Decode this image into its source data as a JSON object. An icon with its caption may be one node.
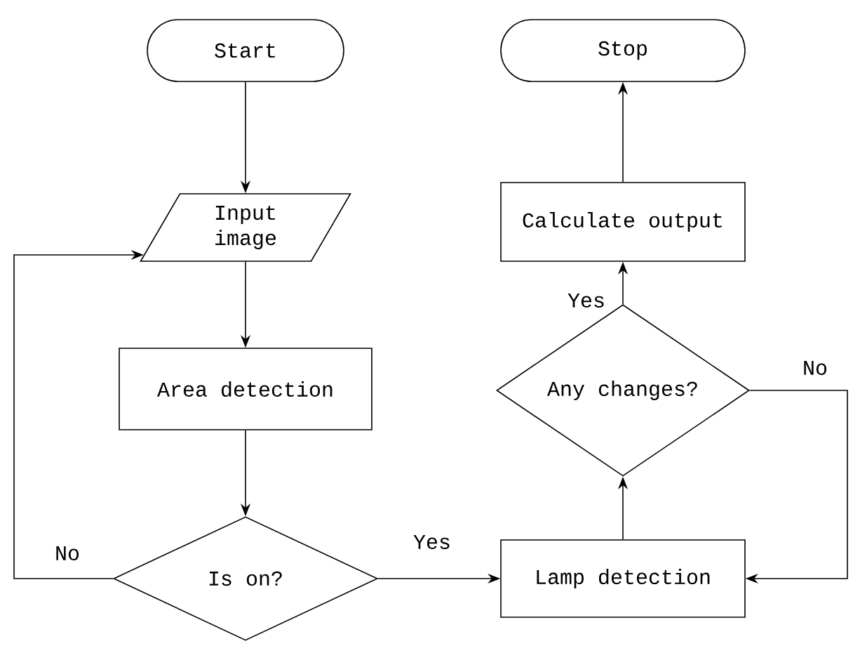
{
  "diagram": {
    "nodes": [
      {
        "text": [
          "Start"
        ]
      },
      {
        "text": [
          "Input image"
        ]
      },
      {
        "text": [
          "Area detection"
        ]
      },
      {
        "text": [
          "Is on?"
        ]
      },
      {
        "text": [
          "Lamp detection"
        ]
      },
      {
        "text": [
          "Any changes?"
        ]
      },
      {
        "text": [
          "Calculate output"
        ]
      },
      {
        "text": [
          "Stop"
        ]
      }
    ],
    "edges": [
      {
        "from": 0,
        "to": 1,
        "arrow": "to"
      },
      {
        "from": 1,
        "to": 2,
        "arrow": "to"
      },
      {
        "from": 2,
        "to": 3,
        "arrow": "to"
      },
      {
        "from": 3,
        "to": 4,
        "arrow": "to",
        "label": "Yes"
      },
      {
        "from": 3,
        "to": 1,
        "arrow": "to",
        "label": "No"
      },
      {
        "from": 4,
        "to": 5,
        "arrow": "to"
      },
      {
        "from": 5,
        "to": 6,
        "arrow": "to",
        "label": "Yes"
      },
      {
        "from": 6,
        "to": 7,
        "arrow": "to"
      },
      {
        "from": 5,
        "to": 4,
        "arrow": "to",
        "label": "No"
      }
    ]
  }
}
